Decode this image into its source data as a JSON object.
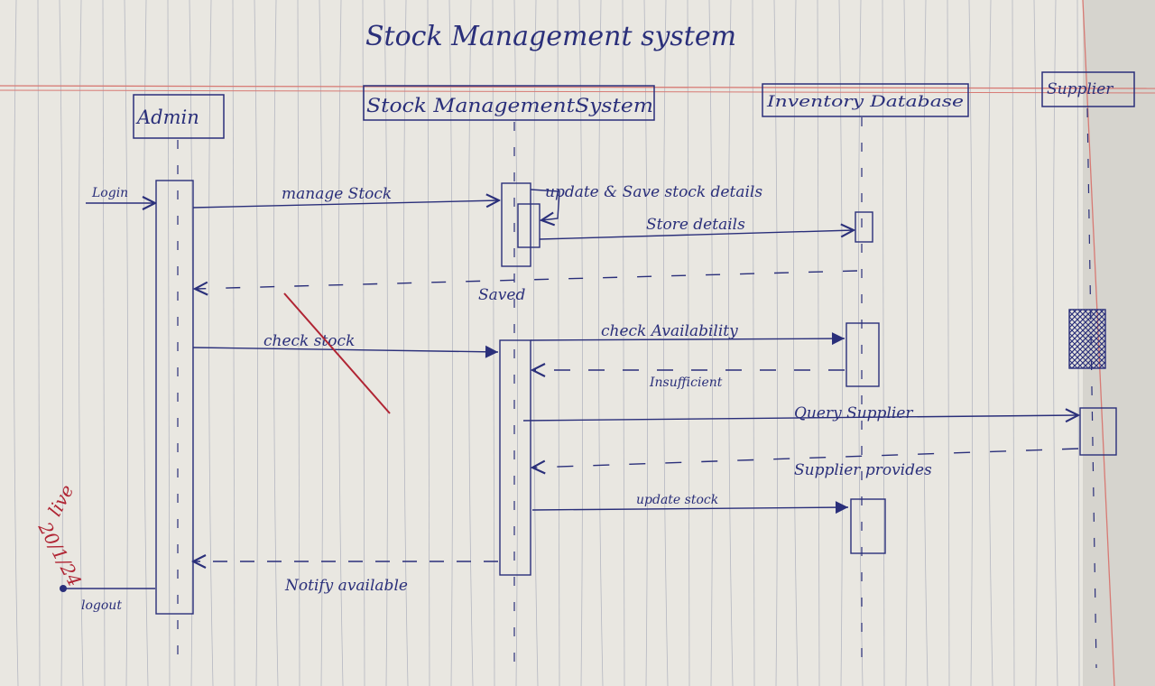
{
  "diagram": {
    "title": "Stock Management system",
    "participants": {
      "admin": "Admin",
      "system": "Stock ManagementSystem",
      "database": "Inventory Database",
      "supplier": "Supplier"
    },
    "messages": {
      "login": "Login",
      "manage_stock": "manage Stock",
      "update_save": "update & Save stock details",
      "store_details": "Store details",
      "saved": "Saved",
      "check_stock": "check stock",
      "check_availability": "check Availability",
      "insufficient": "Insufficient",
      "query_supplier": "Query Supplier",
      "supplier_provides": "Supplier provides",
      "update_stock": "update stock",
      "notify_available": "Notify available",
      "logout": "logout"
    },
    "annotation": {
      "mark": "live",
      "date": "20/1/24"
    }
  },
  "colors": {
    "paper": "#e9e7e1",
    "rule_vertical": "#8a8fa8",
    "rule_margin": "#d77a74",
    "ink": "#2a2f7a",
    "red_ink": "#b02433"
  }
}
